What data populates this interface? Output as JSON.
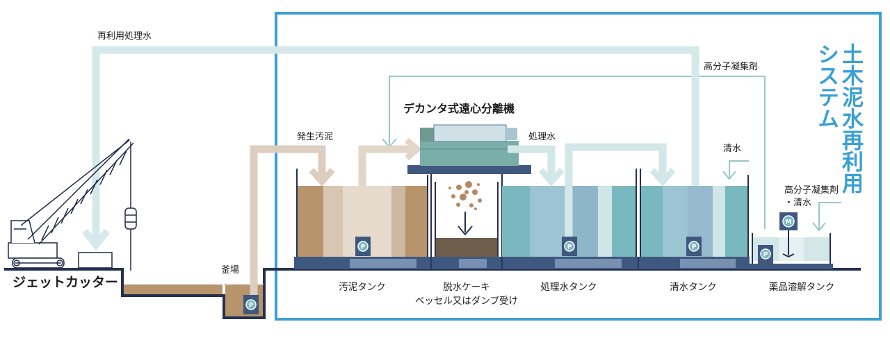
{
  "system_title": {
    "line1": "土木泥水再利用",
    "line2": "システム",
    "color": "#3aa0d4"
  },
  "flows": {
    "recycled_water": "再利用処理水",
    "polymer_top": "高分子凝集剤",
    "generated_sludge": "発生汚泥",
    "treated_water": "処理水",
    "clear_water": "清水",
    "polymer_water_1": "高分子凝集剤",
    "polymer_water_2": "・清水"
  },
  "equipment": {
    "decanter": "デカンタ式遠心分離機",
    "jet_cutter": "ジェットカッター",
    "pit": "釜場",
    "pump_mark": "P",
    "motor_mark": "M"
  },
  "tanks": [
    {
      "label": "汚泥タンク"
    },
    {
      "label": "脱水ケーキ",
      "sub": "ベッセル又はダンプ受け"
    },
    {
      "label": "処理水タンク"
    },
    {
      "label": "清水タンク"
    },
    {
      "label": "薬品溶解タンク"
    }
  ],
  "colors": {
    "sludge": "#b8946c",
    "sludge_light": "#e2d4c4",
    "water_teal": "#7ab8bf",
    "water_blue": "#96b9cd",
    "pipe_beige": "#dccdbf",
    "pipe_teal": "#d3e7e8",
    "frame_blue": "#3aa0d4",
    "base": "#3a4a6a",
    "dark": "#23314f"
  }
}
